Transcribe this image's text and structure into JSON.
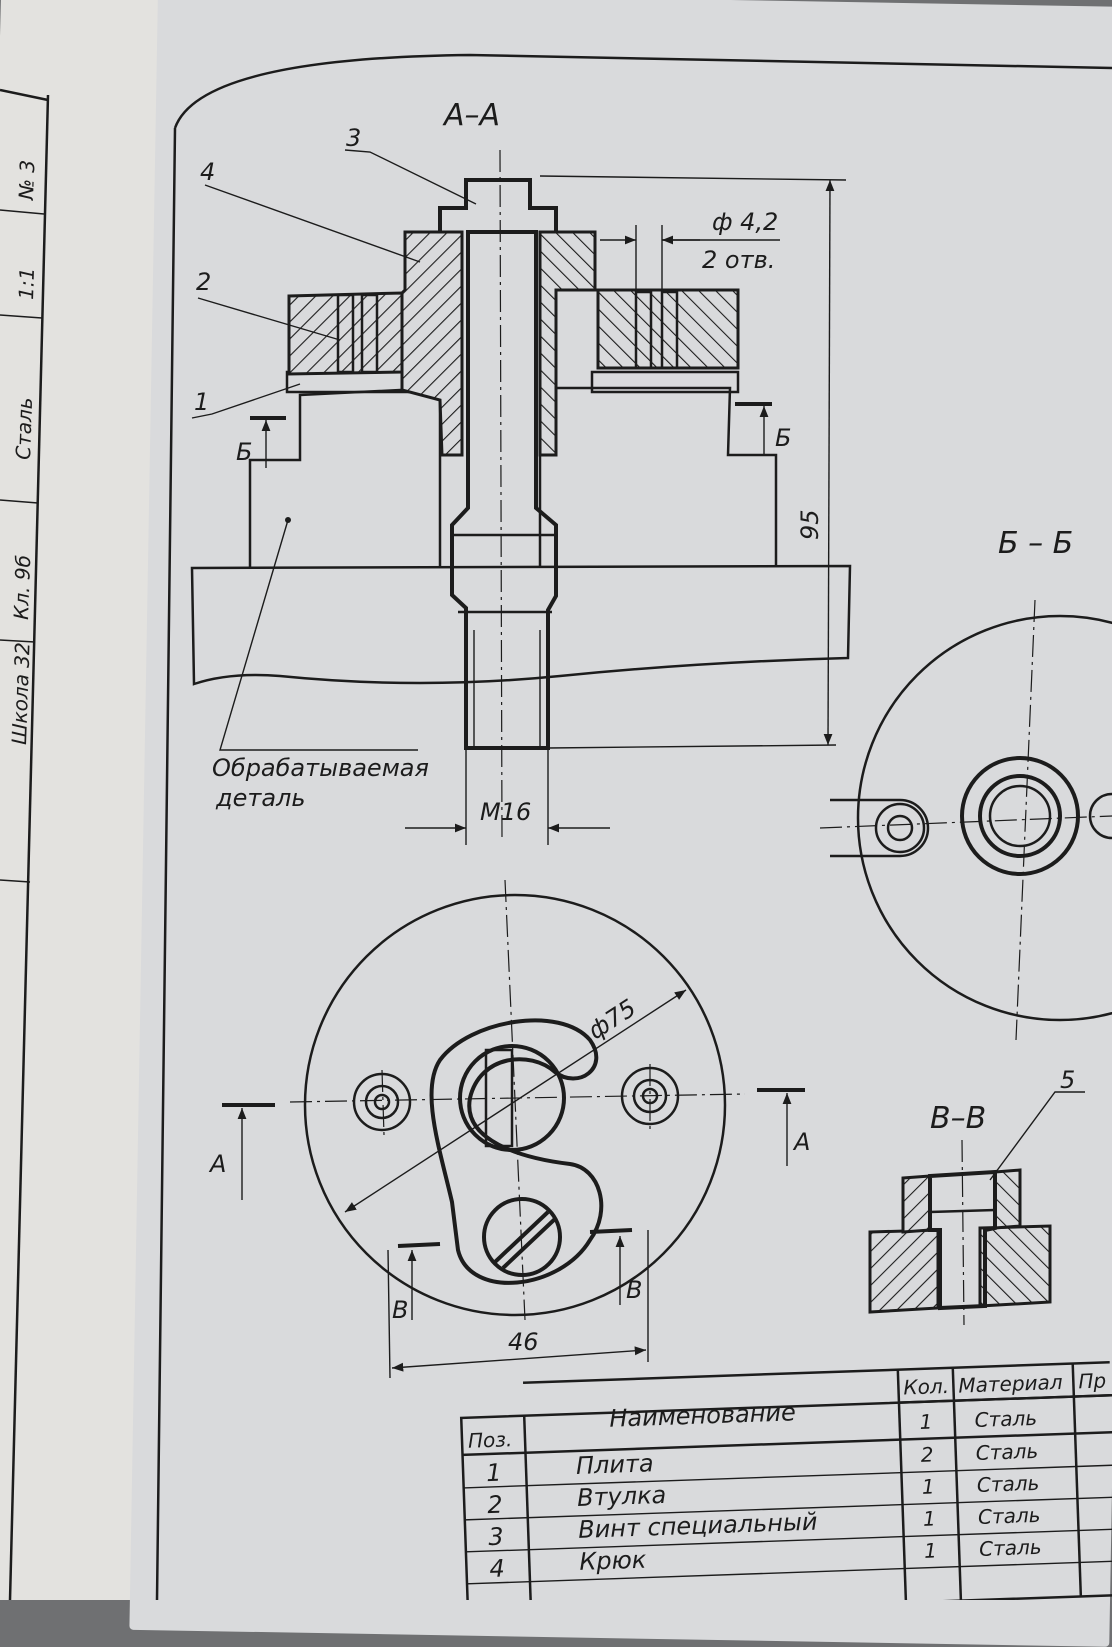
{
  "title_block": {
    "number": "№ 3",
    "scale": "1:1",
    "material": "Сталь",
    "class": "Кл. 9б",
    "school": "Школа 32"
  },
  "section_aa": {
    "title": "А–А",
    "dim_hole": "ф 4,2",
    "dim_hole_count": "2 отв.",
    "dim_height": "95",
    "dim_thread": "М16",
    "workpiece_label_1": "Обрабатываемая",
    "workpiece_label_2": "деталь",
    "leaders": [
      "1",
      "2",
      "3",
      "4"
    ],
    "cut_mark": "Б"
  },
  "section_bb": {
    "title": "Б – Б"
  },
  "plan_view": {
    "dim_diameter": "ф75",
    "dim_width": "46",
    "cut_mark_a": "А",
    "cut_mark_v": "В"
  },
  "section_vv": {
    "title": "В–В",
    "leader": "5"
  },
  "bom": {
    "headers": {
      "pos": "Поз.",
      "name": "Наименование",
      "qty": "Кол.",
      "material": "Материал",
      "note": "Пр"
    },
    "rows": [
      {
        "pos": "1",
        "name": "Плита",
        "qty": "1",
        "material": "Сталь"
      },
      {
        "pos": "2",
        "name": "Втулка",
        "qty": "2",
        "material": "Сталь"
      },
      {
        "pos": "3",
        "name": "Винт специальный",
        "qty": "1",
        "material": "Сталь"
      },
      {
        "pos": "4",
        "name": "Крюк",
        "qty": "1",
        "material": "Сталь"
      },
      {
        "pos": "",
        "name": "",
        "qty": "1",
        "material": "Сталь"
      }
    ]
  }
}
